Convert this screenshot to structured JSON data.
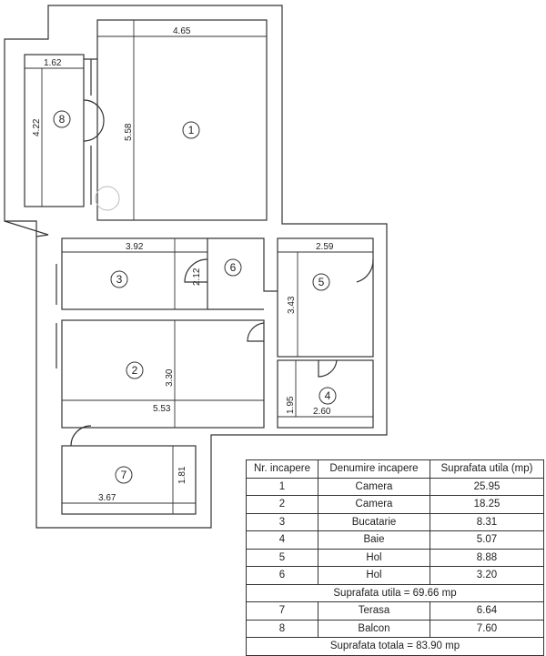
{
  "plan": {
    "rooms": [
      {
        "nr": "1"
      },
      {
        "nr": "2"
      },
      {
        "nr": "3"
      },
      {
        "nr": "4"
      },
      {
        "nr": "5"
      },
      {
        "nr": "6"
      },
      {
        "nr": "7"
      },
      {
        "nr": "8"
      }
    ],
    "dimensions": {
      "d465": "4.65",
      "d162": "1.62",
      "d558": "5.58",
      "d422": "4.22",
      "d392": "3.92",
      "d212": "2.12",
      "d259": "2.59",
      "d343": "3.43",
      "d330": "3.30",
      "d553": "5.53",
      "d195": "1.95",
      "d260": "2.60",
      "d367": "3.67",
      "d181": "1.81"
    }
  },
  "table": {
    "headers": [
      "Nr. incapere",
      "Denumire incapere",
      "Suprafata utila (mp)"
    ],
    "rows": [
      [
        "1",
        "Camera",
        "25.95"
      ],
      [
        "2",
        "Camera",
        "18.25"
      ],
      [
        "3",
        "Bucatarie",
        "8.31"
      ],
      [
        "4",
        "Baie",
        "5.07"
      ],
      [
        "5",
        "Hol",
        "8.88"
      ],
      [
        "6",
        "Hol",
        "3.20"
      ]
    ],
    "subtotal": "Suprafata utila = 69.66 mp",
    "extra_rows": [
      [
        "7",
        "Terasa",
        "6.64"
      ],
      [
        "8",
        "Balcon",
        "7.60"
      ]
    ],
    "total": "Suprafata totala = 83.90 mp"
  }
}
